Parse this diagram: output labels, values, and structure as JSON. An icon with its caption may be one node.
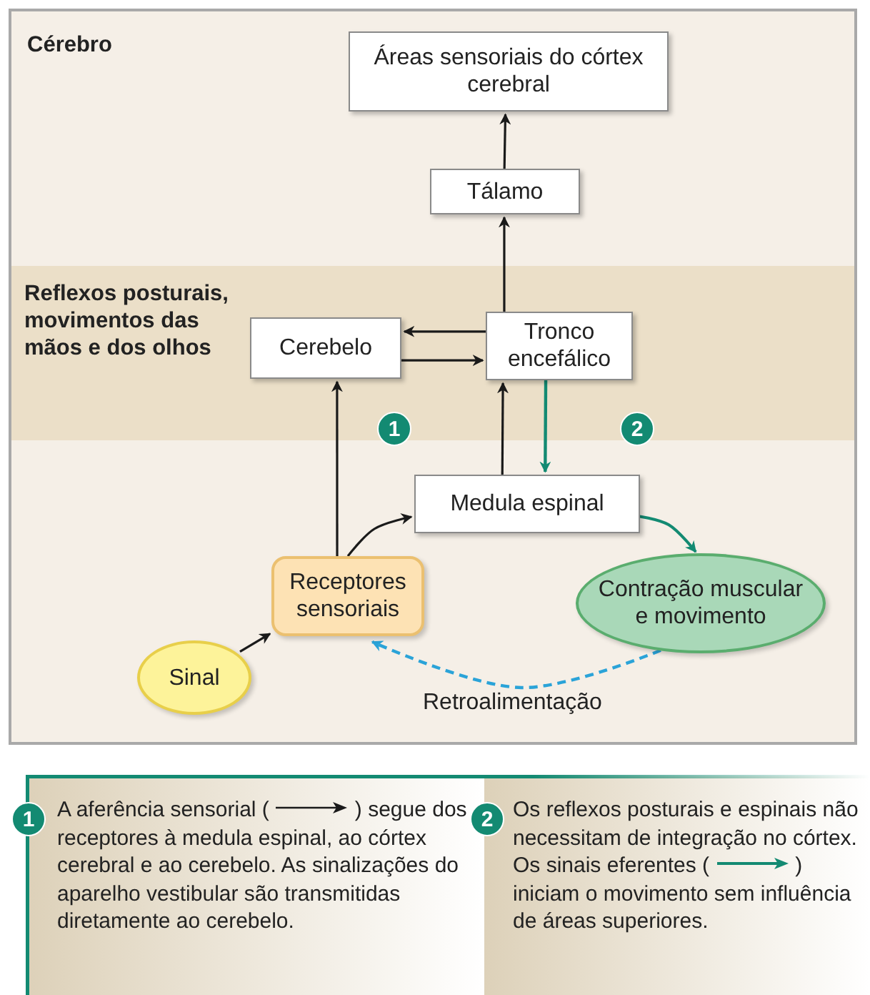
{
  "diagram": {
    "nodes": [
      {
        "text": [
          "Áreas sensoriais do córtex cerebral"
        ]
      },
      {
        "text": [
          "Tálamo"
        ]
      },
      {
        "text": [
          "Cerebelo"
        ]
      },
      {
        "text": [
          "Tronco encefálico"
        ]
      },
      {
        "text": [
          "Medula espinal"
        ]
      },
      {
        "text": [
          "Receptores sensoriais"
        ]
      },
      {
        "text": [
          "Contração muscular e movimento"
        ]
      },
      {
        "text": [
          "Sinal"
        ]
      }
    ],
    "edges": [
      {
        "from": 1,
        "to": 0,
        "arrow": "to"
      },
      {
        "from": 3,
        "to": 1,
        "arrow": "to"
      },
      {
        "from": 3,
        "to": 2,
        "arrow": "to"
      },
      {
        "from": 2,
        "to": 3,
        "arrow": "to"
      },
      {
        "from": 5,
        "to": 2,
        "arrow": "to"
      },
      {
        "from": 4,
        "to": 3,
        "arrow": "to"
      },
      {
        "from": 3,
        "to": 4,
        "arrow": "to",
        "color": "#138a72"
      },
      {
        "from": 5,
        "to": 4,
        "arrow": "to"
      },
      {
        "from": 4,
        "to": 6,
        "arrow": "to",
        "color": "#138a72"
      },
      {
        "from": 6,
        "to": 5,
        "arrow": "to",
        "style": "dashed",
        "color": "#2aa3d8",
        "label": "Retroalimentação"
      },
      {
        "from": 7,
        "to": 5,
        "arrow": "to"
      }
    ],
    "labels": [
      "Cérebro",
      "Reflexos posturais, movimentos das mãos e dos olhos",
      "1",
      "2",
      "1",
      "A aferência sensorial (",
      ") segue dos receptores à medula espinal, ao córtex cerebral e ao cerebelo. As sinalizações do aparelho vestibular são transmitidas diretamente ao cerebelo.",
      "2",
      "Os reflexos posturais e espinais não necessitam de integração no córtex. Os sinais eferentes (",
      ") iniciam o movimento sem influência de áreas superiores."
    ]
  }
}
